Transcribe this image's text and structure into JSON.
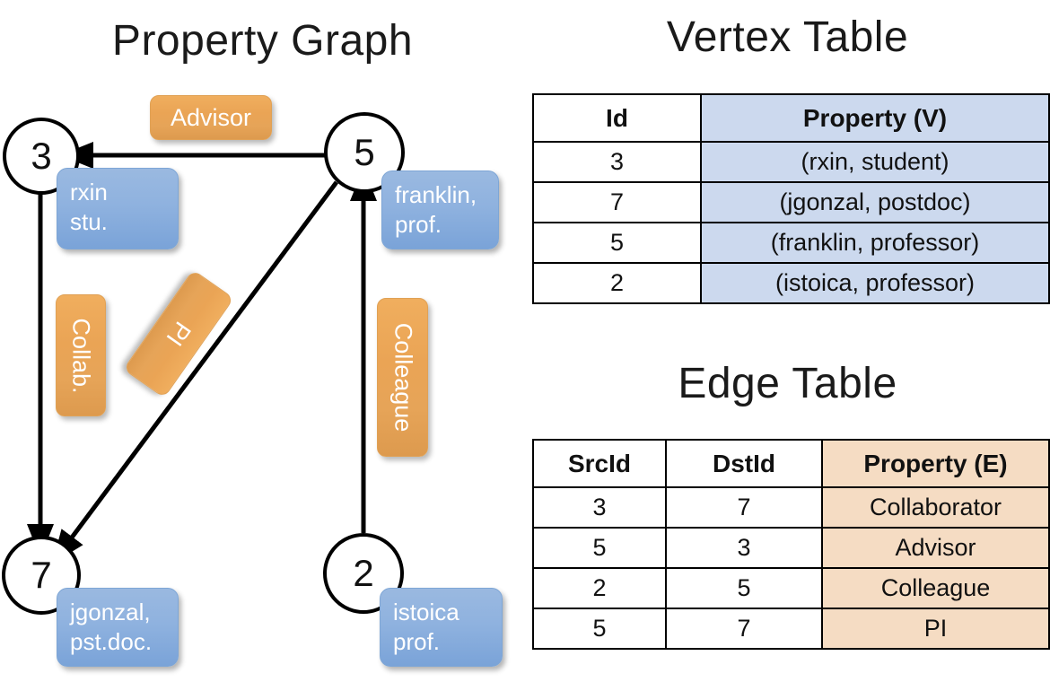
{
  "titles": {
    "property_graph": "Property Graph",
    "vertex_table": "Vertex Table",
    "edge_table": "Edge Table"
  },
  "graph": {
    "nodes": [
      {
        "id": "3",
        "property_line1": "rxin",
        "property_line2": "stu."
      },
      {
        "id": "5",
        "property_line1": "franklin,",
        "property_line2": "prof."
      },
      {
        "id": "7",
        "property_line1": "jgonzal,",
        "property_line2": "pst.doc."
      },
      {
        "id": "2",
        "property_line1": "istoica",
        "property_line2": "prof."
      }
    ],
    "edge_labels": [
      {
        "name": "advisor",
        "text": "Advisor"
      },
      {
        "name": "collab",
        "text": "Collab."
      },
      {
        "name": "pi",
        "text": "PI"
      },
      {
        "name": "colleague",
        "text": "Colleague"
      }
    ],
    "edges": [
      {
        "from": "5",
        "to": "3",
        "label": "Advisor"
      },
      {
        "from": "3",
        "to": "7",
        "label": "Collab."
      },
      {
        "from": "5",
        "to": "7",
        "label": "PI"
      },
      {
        "from": "2",
        "to": "5",
        "label": "Colleague"
      }
    ]
  },
  "vertex_table": {
    "headers": [
      "Id",
      "Property (V)"
    ],
    "rows": [
      {
        "id": "3",
        "property": "(rxin, student)"
      },
      {
        "id": "7",
        "property": "(jgonzal, postdoc)"
      },
      {
        "id": "5",
        "property": "(franklin, professor)"
      },
      {
        "id": "2",
        "property": "(istoica, professor)"
      }
    ]
  },
  "edge_table": {
    "headers": [
      "SrcId",
      "DstId",
      "Property (E)"
    ],
    "rows": [
      {
        "src": "3",
        "dst": "7",
        "property": "Collaborator"
      },
      {
        "src": "5",
        "dst": "3",
        "property": "Advisor"
      },
      {
        "src": "2",
        "dst": "5",
        "property": "Colleague"
      },
      {
        "src": "5",
        "dst": "7",
        "property": "PI"
      }
    ]
  },
  "colors": {
    "vertex_header_fill": "#ccd9ee",
    "edge_header_fill": "#f5dcc3",
    "node_box_blue": "#8fb2df",
    "edge_label_orange": "#eaa455",
    "stroke": "#000000",
    "background": "#ffffff"
  }
}
